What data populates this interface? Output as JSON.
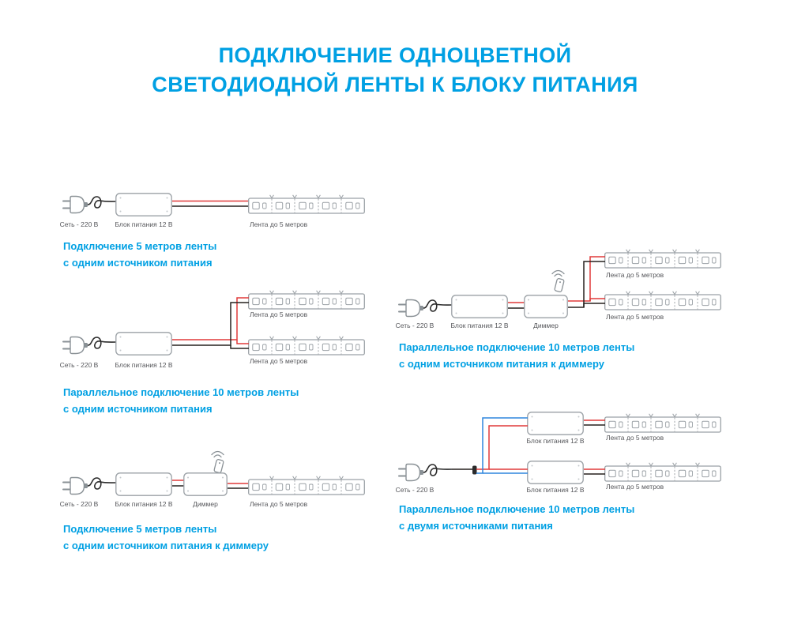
{
  "title": {
    "line1": "ПОДКЛЮЧЕНИЕ ОДНОЦВЕТНОЙ",
    "line2": "СВЕТОДИОДНОЙ ЛЕНТЫ К БЛОКУ ПИТАНИЯ"
  },
  "colors": {
    "accent": "#00A0E3",
    "wire_red": "#E03A3A",
    "wire_black": "#26211F",
    "wire_blue": "#2E86DE",
    "outline_gray": "#9BA1A6",
    "label_gray": "#55565A"
  },
  "labels": {
    "mains": "Сеть - 220 В",
    "psu": "Блок питания 12 В",
    "dimmer": "Диммер",
    "strip": "Лента до 5 метров"
  },
  "icons": [
    "power-plug-icon",
    "power-supply-icon",
    "dimmer-icon",
    "remote-control-icon",
    "led-strip-icon",
    "power-cord-icon"
  ],
  "diagrams": [
    {
      "caption_line1": "Подключение 5 метров ленты",
      "caption_line2": "с одним источником питания"
    },
    {
      "caption_line1": "Параллельное подключение 10 метров ленты",
      "caption_line2": "с одним источником питания"
    },
    {
      "caption_line1": "Подключение 5 метров ленты",
      "caption_line2": "с одним источником питания к диммеру"
    },
    {
      "caption_line1": "Параллельное подключение 10 метров ленты",
      "caption_line2": "с одним источником питания к диммеру"
    },
    {
      "caption_line1": "Параллельное подключение 10 метров ленты",
      "caption_line2": "с двумя источниками питания"
    }
  ]
}
